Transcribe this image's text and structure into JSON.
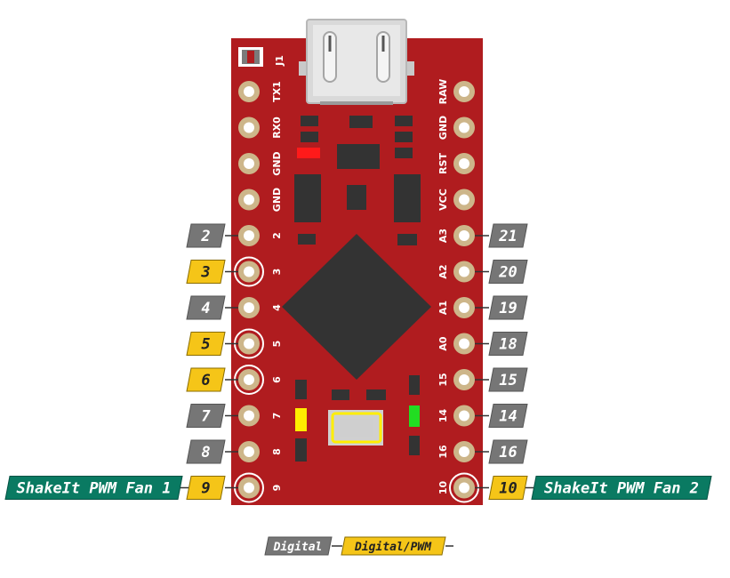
{
  "board": {
    "jumper_label": "J1",
    "left_pins": [
      {
        "silk": "TX1",
        "tag": null,
        "type": null
      },
      {
        "silk": "RX0",
        "tag": null,
        "type": null
      },
      {
        "silk": "GND",
        "tag": null,
        "type": null
      },
      {
        "silk": "GND",
        "tag": null,
        "type": null
      },
      {
        "silk": "2",
        "tag": "2",
        "type": "digital"
      },
      {
        "silk": "3",
        "tag": "3",
        "type": "pwm"
      },
      {
        "silk": "4",
        "tag": "4",
        "type": "digital"
      },
      {
        "silk": "5",
        "tag": "5",
        "type": "pwm"
      },
      {
        "silk": "6",
        "tag": "6",
        "type": "pwm"
      },
      {
        "silk": "7",
        "tag": "7",
        "type": "digital"
      },
      {
        "silk": "8",
        "tag": "8",
        "type": "digital"
      },
      {
        "silk": "9",
        "tag": "9",
        "type": "pwm",
        "label": "ShakeIt PWM Fan 1"
      }
    ],
    "right_pins": [
      {
        "silk": "RAW",
        "tag": null,
        "type": null
      },
      {
        "silk": "GND",
        "tag": null,
        "type": null
      },
      {
        "silk": "RST",
        "tag": null,
        "type": null
      },
      {
        "silk": "VCC",
        "tag": null,
        "type": null
      },
      {
        "silk": "A3",
        "tag": "21",
        "type": "digital"
      },
      {
        "silk": "A2",
        "tag": "20",
        "type": "digital"
      },
      {
        "silk": "A1",
        "tag": "19",
        "type": "digital"
      },
      {
        "silk": "A0",
        "tag": "18",
        "type": "digital"
      },
      {
        "silk": "15",
        "tag": "15",
        "type": "digital"
      },
      {
        "silk": "14",
        "tag": "14",
        "type": "digital"
      },
      {
        "silk": "16",
        "tag": "16",
        "type": "digital"
      },
      {
        "silk": "10",
        "tag": "10",
        "type": "pwm",
        "label": "ShakeIt PWM Fan 2"
      }
    ]
  },
  "legend": {
    "digital": "Digital",
    "pwm": "Digital/PWM"
  },
  "colors": {
    "pcb": "#b01c1f",
    "digital_tag": "#767676",
    "pwm_tag": "#f5c518",
    "label": "#0a7a62",
    "pad": "#cdb68a",
    "chip": "#333333",
    "led_red": "#ff1a1a",
    "led_yellow": "#ffee00",
    "led_green": "#22dd22"
  }
}
